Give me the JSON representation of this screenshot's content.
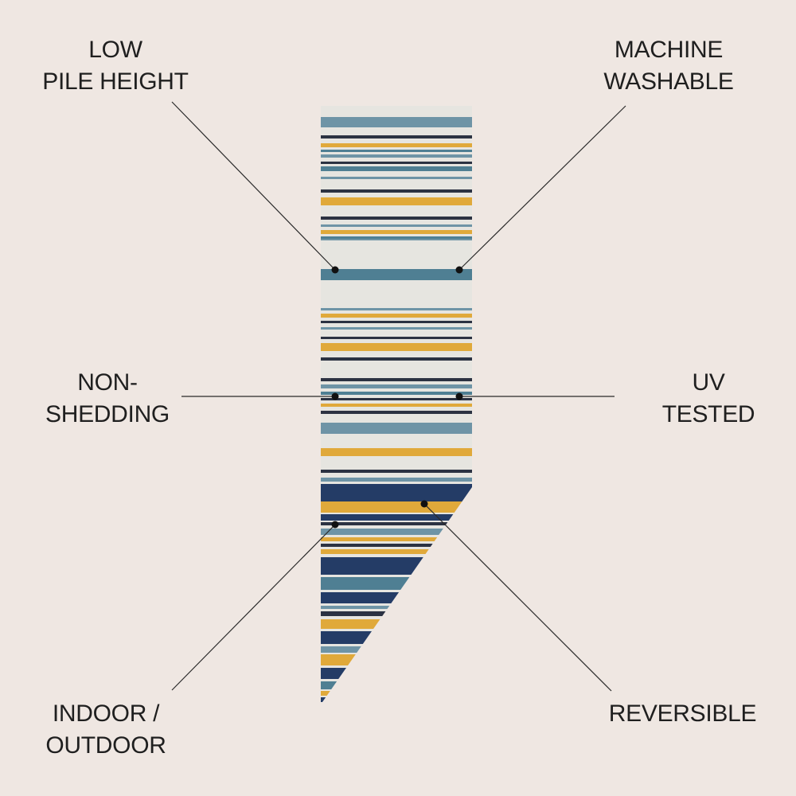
{
  "colors": {
    "background": "#efe7e2",
    "rug_base": "#e6e5e0",
    "stripe_navy": "#243c66",
    "stripe_teal": "#4f7f93",
    "stripe_slate": "#6e94a6",
    "stripe_yellow": "#e0a93a",
    "stripe_dark": "#2b3242",
    "callout_line": "#2a2a2a"
  },
  "features": [
    {
      "id": "low-pile",
      "lines": [
        "LOW",
        "PILE HEIGHT"
      ]
    },
    {
      "id": "machine",
      "lines": [
        "MACHINE",
        "WASHABLE"
      ]
    },
    {
      "id": "non-shed",
      "lines": [
        "NON-",
        "SHEDDING"
      ]
    },
    {
      "id": "uv",
      "lines": [
        "UV",
        "TESTED"
      ]
    },
    {
      "id": "indoor",
      "lines": [
        "INDOOR /",
        "OUTDOOR"
      ]
    },
    {
      "id": "reversible",
      "lines": [
        "REVERSIBLE"
      ]
    }
  ]
}
